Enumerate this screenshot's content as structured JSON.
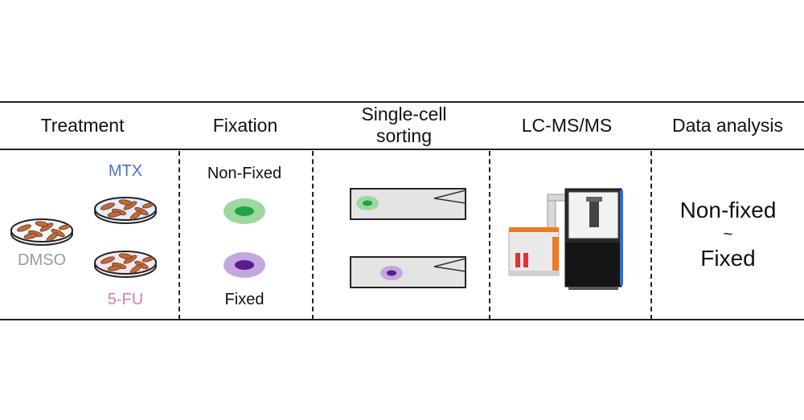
{
  "headers": [
    "Treatment",
    "Fixation",
    "Single-cell\nsorting",
    "LC-MS/MS",
    "Data analysis"
  ],
  "treatment": {
    "labels": {
      "control": "DMSO",
      "drug1": "MTX",
      "drug2": "5-FU"
    },
    "colors": {
      "control": "#9a9a9a",
      "drug1": "#4a6fd0",
      "drug2": "#e07aa8"
    }
  },
  "fixation": {
    "top_label": "Non-Fixed",
    "bottom_label": "Fixed",
    "colors": {
      "non_fixed_outer": "#9ed89e",
      "non_fixed_inner": "#1fa34a",
      "fixed_outer": "#c4a7dd",
      "fixed_inner": "#5b1a8e"
    }
  },
  "analysis": {
    "line1": "Non-fixed",
    "line2": "~",
    "line3": "Fixed"
  }
}
